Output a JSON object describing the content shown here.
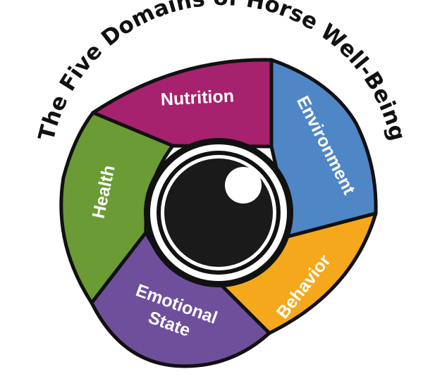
{
  "title": "The Five Domains of Horse Well-Being",
  "domains": {
    "nutrition": {
      "label": "Nutrition",
      "color": "#a6216e"
    },
    "environment": {
      "label": "Environment",
      "color": "#4f86c6"
    },
    "behavior": {
      "label": "Behavior",
      "color": "#f5a81c"
    },
    "emotional": {
      "line1": "Emotional",
      "line2": "State",
      "color": "#6f4f9c"
    },
    "health": {
      "label": "Health",
      "color": "#6b9b34"
    }
  },
  "colors": {
    "outline": "#111111",
    "eye_ring": "#ffffff",
    "eye_dark": "#1a1a1a",
    "highlight": "#ffffff"
  },
  "icon": "eye-icon"
}
